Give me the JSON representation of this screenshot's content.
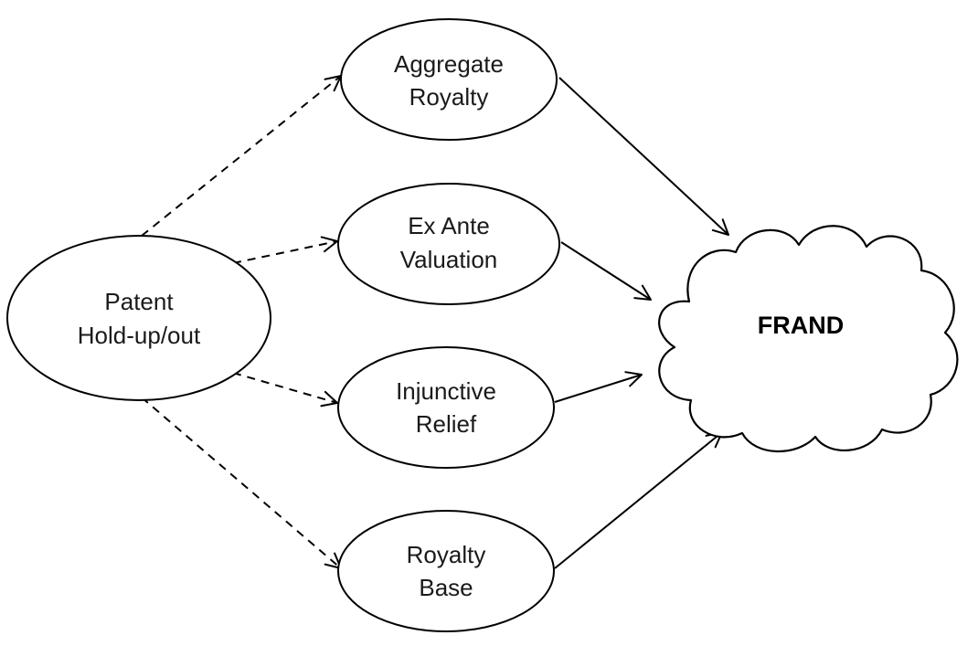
{
  "nodes": {
    "patent_holdup": {
      "line1": "Patent",
      "line2": "Hold-up/out"
    },
    "aggregate_royalty": {
      "line1": "Aggregate",
      "line2": "Royalty"
    },
    "ex_ante_valuation": {
      "line1": "Ex Ante",
      "line2": "Valuation"
    },
    "injunctive_relief": {
      "line1": "Injunctive",
      "line2": "Relief"
    },
    "royalty_base": {
      "line1": "Royalty",
      "line2": "Base"
    },
    "frand": {
      "label": "FRAND"
    }
  },
  "edges": [
    {
      "from": "patent_holdup",
      "to": "aggregate_royalty",
      "style": "dashed"
    },
    {
      "from": "patent_holdup",
      "to": "ex_ante_valuation",
      "style": "dashed"
    },
    {
      "from": "patent_holdup",
      "to": "injunctive_relief",
      "style": "dashed"
    },
    {
      "from": "patent_holdup",
      "to": "royalty_base",
      "style": "dashed"
    },
    {
      "from": "aggregate_royalty",
      "to": "frand",
      "style": "solid"
    },
    {
      "from": "ex_ante_valuation",
      "to": "frand",
      "style": "solid"
    },
    {
      "from": "injunctive_relief",
      "to": "frand",
      "style": "solid"
    },
    {
      "from": "royalty_base",
      "to": "frand",
      "style": "solid"
    }
  ]
}
